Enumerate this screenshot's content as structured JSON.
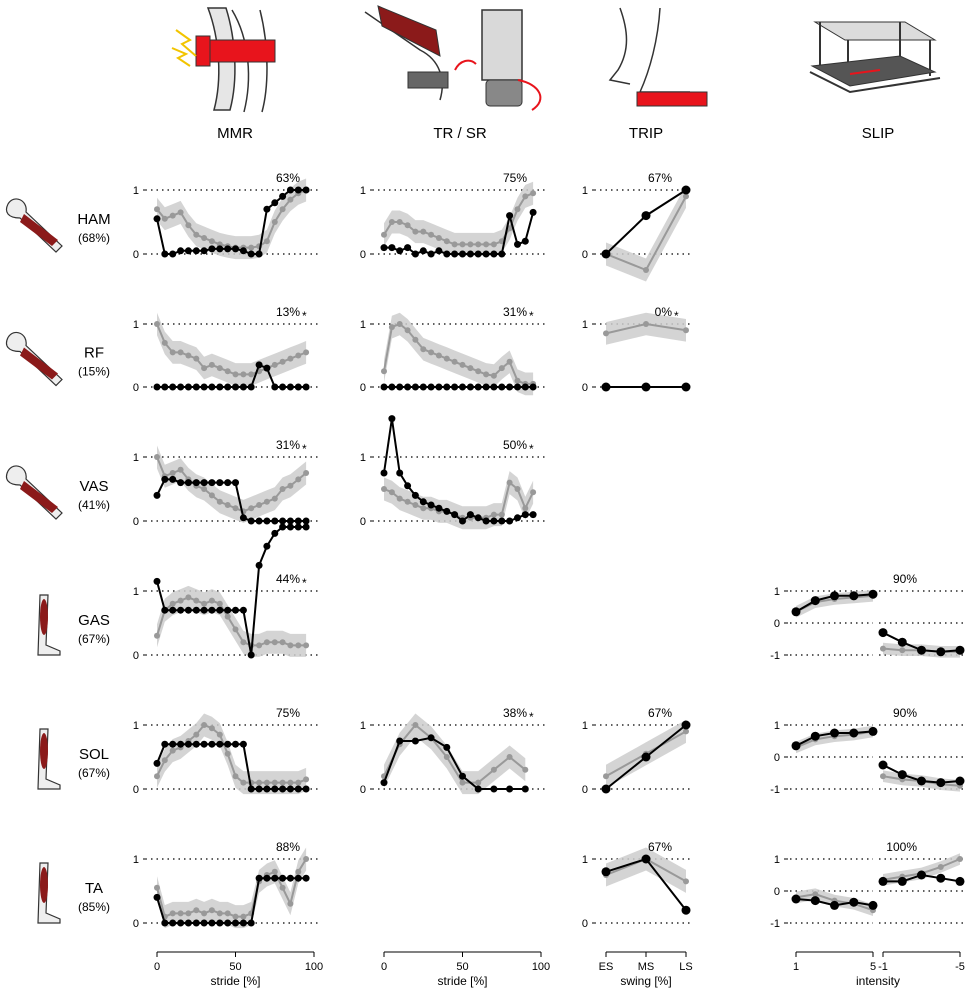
{
  "headers": [
    "MMR",
    "TR / SR",
    "TRIP",
    "SLIP"
  ],
  "muscles": [
    {
      "name": "HAM",
      "pct": "(68%)"
    },
    {
      "name": "RF",
      "pct": "(15%)"
    },
    {
      "name": "VAS",
      "pct": "(41%)"
    },
    {
      "name": "GAS",
      "pct": "(67%)"
    },
    {
      "name": "SOL",
      "pct": "(67%)"
    },
    {
      "name": "TA",
      "pct": "(85%)"
    }
  ],
  "axes": {
    "stride_label": "stride [%]",
    "stride_ticks": [
      "0",
      "50",
      "100"
    ],
    "swing_label": "swing [%]",
    "swing_ticks": [
      "ES",
      "MS",
      "LS"
    ],
    "intensity_label": "intensity",
    "intensity_ticks": [
      "1",
      "5",
      "-1",
      "-5"
    ],
    "ytick_labels": [
      "1",
      "0",
      "-1"
    ]
  },
  "colors": {
    "black_series": "#000000",
    "gray_series": "#999999",
    "band": "#cccccc",
    "muscle": "#8b1a1a",
    "device_red": "#e8141c"
  },
  "chart_data": [
    {
      "type": "line",
      "panel": "MMR-HAM",
      "percent_label": "63%",
      "star": false,
      "ylim": [
        0,
        1
      ],
      "x": [
        0,
        5,
        10,
        15,
        20,
        25,
        30,
        35,
        40,
        45,
        50,
        55,
        60,
        65,
        70,
        75,
        80,
        85,
        90,
        95
      ],
      "series": [
        {
          "values": [
            0.55,
            0.0,
            0.0,
            0.05,
            0.05,
            0.05,
            0.05,
            0.08,
            0.08,
            0.08,
            0.08,
            0.05,
            0.0,
            0.0,
            0.7,
            0.8,
            0.9,
            1.0,
            1.0,
            1.0
          ]
        },
        {
          "values": [
            0.7,
            0.55,
            0.6,
            0.65,
            0.45,
            0.3,
            0.25,
            0.2,
            0.15,
            0.12,
            0.1,
            0.1,
            0.1,
            0.12,
            0.2,
            0.5,
            0.7,
            0.85,
            0.95,
            1.0
          ]
        }
      ]
    },
    {
      "type": "line",
      "panel": "TR-HAM",
      "percent_label": "75%",
      "star": false,
      "ylim": [
        0,
        1
      ],
      "x": [
        0,
        5,
        10,
        15,
        20,
        25,
        30,
        35,
        40,
        45,
        50,
        55,
        60,
        65,
        70,
        75,
        80,
        85,
        90,
        95
      ],
      "series": [
        {
          "values": [
            0.1,
            0.1,
            0.05,
            0.1,
            0.0,
            0.05,
            0.0,
            0.05,
            0.0,
            0.0,
            0.0,
            0.0,
            0.0,
            0.0,
            0.0,
            0.0,
            0.6,
            0.15,
            0.2,
            0.65
          ]
        },
        {
          "values": [
            0.3,
            0.5,
            0.5,
            0.45,
            0.35,
            0.35,
            0.3,
            0.25,
            0.2,
            0.15,
            0.15,
            0.15,
            0.15,
            0.15,
            0.15,
            0.2,
            0.4,
            0.7,
            0.9,
            0.95
          ]
        }
      ]
    },
    {
      "type": "line",
      "panel": "TRIP-HAM",
      "percent_label": "67%",
      "star": false,
      "ylim": [
        0,
        1
      ],
      "x": [
        "ES",
        "MS",
        "LS"
      ],
      "series": [
        {
          "values": [
            0.0,
            0.6,
            1.0
          ]
        },
        {
          "values": [
            0.0,
            -0.25,
            0.9
          ]
        }
      ]
    },
    {
      "type": "line",
      "panel": "MMR-RF",
      "percent_label": "13%",
      "star": true,
      "ylim": [
        0,
        1
      ],
      "x": [
        0,
        5,
        10,
        15,
        20,
        25,
        30,
        35,
        40,
        45,
        50,
        55,
        60,
        65,
        70,
        75,
        80,
        85,
        90,
        95
      ],
      "series": [
        {
          "values": [
            0,
            0,
            0,
            0,
            0,
            0,
            0,
            0,
            0,
            0,
            0,
            0,
            0,
            0.35,
            0.3,
            0,
            0,
            0,
            0,
            0
          ]
        },
        {
          "values": [
            1.0,
            0.7,
            0.55,
            0.55,
            0.5,
            0.45,
            0.3,
            0.35,
            0.3,
            0.25,
            0.2,
            0.2,
            0.2,
            0.25,
            0.3,
            0.35,
            0.4,
            0.45,
            0.5,
            0.55
          ]
        }
      ]
    },
    {
      "type": "line",
      "panel": "TR-RF",
      "percent_label": "31%",
      "star": true,
      "ylim": [
        0,
        1
      ],
      "x": [
        0,
        5,
        10,
        15,
        20,
        25,
        30,
        35,
        40,
        45,
        50,
        55,
        60,
        65,
        70,
        75,
        80,
        85,
        90,
        95
      ],
      "series": [
        {
          "values": [
            0,
            0,
            0,
            0,
            0,
            0,
            0,
            0,
            0,
            0,
            0,
            0,
            0,
            0,
            0,
            0,
            0,
            0,
            0,
            0
          ]
        },
        {
          "values": [
            0.25,
            0.95,
            1.0,
            0.9,
            0.75,
            0.6,
            0.55,
            0.5,
            0.45,
            0.4,
            0.35,
            0.3,
            0.25,
            0.2,
            0.18,
            0.3,
            0.4,
            0.1,
            0.05,
            0.05
          ]
        }
      ]
    },
    {
      "type": "line",
      "panel": "TRIP-RF",
      "percent_label": "0%",
      "star": true,
      "ylim": [
        0,
        1
      ],
      "x": [
        "ES",
        "MS",
        "LS"
      ],
      "series": [
        {
          "values": [
            0,
            0,
            0
          ]
        },
        {
          "values": [
            0.85,
            1.0,
            0.9
          ]
        }
      ]
    },
    {
      "type": "line",
      "panel": "MMR-VAS",
      "percent_label": "31%",
      "star": true,
      "ylim": [
        0,
        1
      ],
      "x": [
        0,
        5,
        10,
        15,
        20,
        25,
        30,
        35,
        40,
        45,
        50,
        55,
        60,
        65,
        70,
        75,
        80,
        85,
        90,
        95
      ],
      "series": [
        {
          "values": [
            0.4,
            0.65,
            0.65,
            0.6,
            0.6,
            0.6,
            0.6,
            0.6,
            0.6,
            0.6,
            0.6,
            0.05,
            0.0,
            0.0,
            0.0,
            0.0,
            0.0,
            0.0,
            0.0,
            0.0
          ]
        },
        {
          "values": [
            1.0,
            0.7,
            0.75,
            0.8,
            0.65,
            0.55,
            0.5,
            0.4,
            0.3,
            0.25,
            0.2,
            0.15,
            0.2,
            0.25,
            0.3,
            0.35,
            0.5,
            0.55,
            0.65,
            0.75
          ]
        }
      ]
    },
    {
      "type": "line",
      "panel": "TR-VAS",
      "percent_label": "50%",
      "star": true,
      "ylim": [
        0,
        1
      ],
      "x": [
        0,
        5,
        10,
        15,
        20,
        25,
        30,
        35,
        40,
        45,
        50,
        55,
        60,
        65,
        70,
        75,
        80,
        85,
        90,
        95
      ],
      "series": [
        {
          "values": [
            0.75,
            1.6,
            0.75,
            0.55,
            0.4,
            0.3,
            0.25,
            0.2,
            0.15,
            0.1,
            0.0,
            0.1,
            0.05,
            0.0,
            0.0,
            0.0,
            0.0,
            0.05,
            0.1,
            0.1
          ]
        },
        {
          "values": [
            0.5,
            0.45,
            0.35,
            0.3,
            0.25,
            0.2,
            0.2,
            0.15,
            0.15,
            0.1,
            0.05,
            0.05,
            0.05,
            0.05,
            0.1,
            0.1,
            0.6,
            0.5,
            0.2,
            0.45
          ]
        }
      ]
    },
    {
      "type": "line",
      "panel": "MMR-GAS",
      "percent_label": "44%",
      "star": true,
      "ylim": [
        0,
        1
      ],
      "x": [
        0,
        5,
        10,
        15,
        20,
        25,
        30,
        35,
        40,
        45,
        50,
        55,
        60,
        65,
        70,
        75,
        80,
        85,
        90,
        95
      ],
      "series": [
        {
          "values": [
            1.15,
            0.7,
            0.7,
            0.7,
            0.7,
            0.7,
            0.7,
            0.7,
            0.7,
            0.7,
            0.7,
            0.7,
            0.0,
            1.4,
            1.7,
            1.9,
            2.0,
            2.0,
            2.0,
            2.0
          ]
        },
        {
          "values": [
            0.3,
            0.7,
            0.8,
            0.85,
            0.9,
            0.85,
            0.8,
            0.85,
            0.8,
            0.6,
            0.4,
            0.2,
            0.15,
            0.15,
            0.2,
            0.2,
            0.2,
            0.15,
            0.15,
            0.15
          ]
        }
      ]
    },
    {
      "type": "line",
      "panel": "SLIP-GAS-1",
      "percent_label": "90%",
      "star": false,
      "ylim": [
        -1,
        1
      ],
      "x": [
        1,
        2,
        3,
        4,
        5
      ],
      "series": [
        {
          "values": [
            0.35,
            0.7,
            0.85,
            0.85,
            0.9
          ]
        },
        {
          "values": [
            0.35,
            0.65,
            0.75,
            0.8,
            0.85
          ]
        }
      ]
    },
    {
      "type": "line",
      "panel": "SLIP-GAS-2",
      "percent_label": "",
      "star": false,
      "ylim": [
        -1,
        1
      ],
      "x": [
        -1,
        -2,
        -3,
        -4,
        -5
      ],
      "series": [
        {
          "values": [
            -0.3,
            -0.6,
            -0.85,
            -0.9,
            -0.85
          ]
        },
        {
          "values": [
            -0.8,
            -0.85,
            -0.85,
            -0.9,
            -0.9
          ]
        }
      ]
    },
    {
      "type": "line",
      "panel": "MMR-SOL",
      "percent_label": "75%",
      "star": false,
      "ylim": [
        0,
        1
      ],
      "x": [
        0,
        5,
        10,
        15,
        20,
        25,
        30,
        35,
        40,
        45,
        50,
        55,
        60,
        65,
        70,
        75,
        80,
        85,
        90,
        95
      ],
      "series": [
        {
          "values": [
            0.4,
            0.7,
            0.7,
            0.7,
            0.7,
            0.7,
            0.7,
            0.7,
            0.7,
            0.7,
            0.7,
            0.7,
            0.0,
            0.0,
            0.0,
            0.0,
            0.0,
            0.0,
            0.0,
            0.0
          ]
        },
        {
          "values": [
            0.2,
            0.45,
            0.6,
            0.65,
            0.75,
            0.85,
            1.0,
            0.95,
            0.85,
            0.55,
            0.2,
            0.1,
            0.1,
            0.1,
            0.1,
            0.1,
            0.1,
            0.1,
            0.1,
            0.15
          ]
        }
      ]
    },
    {
      "type": "line",
      "panel": "TR-SOL",
      "percent_label": "38%",
      "star": true,
      "ylim": [
        0,
        1
      ],
      "x": [
        0,
        10,
        20,
        30,
        40,
        50,
        60,
        70,
        80,
        90
      ],
      "series": [
        {
          "values": [
            0.1,
            0.75,
            0.75,
            0.8,
            0.65,
            0.2,
            0.0,
            0.0,
            0.0,
            0.0
          ]
        },
        {
          "values": [
            0.2,
            0.7,
            1.0,
            0.8,
            0.5,
            0.1,
            0.1,
            0.3,
            0.5,
            0.3
          ]
        }
      ]
    },
    {
      "type": "line",
      "panel": "TRIP-SOL",
      "percent_label": "67%",
      "star": false,
      "ylim": [
        0,
        1
      ],
      "x": [
        "ES",
        "MS",
        "LS"
      ],
      "series": [
        {
          "values": [
            0.0,
            0.5,
            1.0
          ]
        },
        {
          "values": [
            0.2,
            0.55,
            0.9
          ]
        }
      ]
    },
    {
      "type": "line",
      "panel": "SLIP-SOL-1",
      "percent_label": "90%",
      "star": false,
      "ylim": [
        -1,
        1
      ],
      "x": [
        1,
        2,
        3,
        4,
        5
      ],
      "series": [
        {
          "values": [
            0.35,
            0.65,
            0.75,
            0.75,
            0.8
          ]
        },
        {
          "values": [
            0.3,
            0.55,
            0.65,
            0.7,
            0.8
          ]
        }
      ]
    },
    {
      "type": "line",
      "panel": "SLIP-SOL-2",
      "percent_label": "",
      "star": false,
      "ylim": [
        -1,
        1
      ],
      "x": [
        -1,
        -2,
        -3,
        -4,
        -5
      ],
      "series": [
        {
          "values": [
            -0.25,
            -0.55,
            -0.75,
            -0.8,
            -0.75
          ]
        },
        {
          "values": [
            -0.6,
            -0.7,
            -0.75,
            -0.85,
            -0.9
          ]
        }
      ]
    },
    {
      "type": "line",
      "panel": "MMR-TA",
      "percent_label": "88%",
      "star": false,
      "ylim": [
        0,
        1
      ],
      "x": [
        0,
        5,
        10,
        15,
        20,
        25,
        30,
        35,
        40,
        45,
        50,
        55,
        60,
        65,
        70,
        75,
        80,
        85,
        90,
        95
      ],
      "series": [
        {
          "values": [
            0.4,
            0.0,
            0.0,
            0.0,
            0.0,
            0.0,
            0.0,
            0.0,
            0.0,
            0.0,
            0.0,
            0.0,
            0.0,
            0.7,
            0.7,
            0.7,
            0.7,
            0.7,
            0.7,
            0.7
          ]
        },
        {
          "values": [
            0.55,
            0.1,
            0.15,
            0.15,
            0.15,
            0.2,
            0.15,
            0.2,
            0.15,
            0.15,
            0.1,
            0.1,
            0.15,
            0.65,
            0.75,
            0.8,
            0.55,
            0.3,
            0.8,
            1.0
          ]
        }
      ]
    },
    {
      "type": "line",
      "panel": "TRIP-TA",
      "percent_label": "67%",
      "star": false,
      "ylim": [
        0,
        1
      ],
      "x": [
        "ES",
        "MS",
        "LS"
      ],
      "series": [
        {
          "values": [
            0.8,
            1.0,
            0.2
          ]
        },
        {
          "values": [
            0.75,
            1.0,
            0.65
          ]
        }
      ]
    },
    {
      "type": "line",
      "panel": "SLIP-TA-1",
      "percent_label": "100%",
      "star": false,
      "ylim": [
        -1,
        1
      ],
      "x": [
        1,
        2,
        3,
        4,
        5
      ],
      "series": [
        {
          "values": [
            -0.25,
            -0.3,
            -0.45,
            -0.35,
            -0.45
          ]
        },
        {
          "values": [
            -0.2,
            -0.1,
            -0.3,
            -0.4,
            -0.6
          ]
        }
      ]
    },
    {
      "type": "line",
      "panel": "SLIP-TA-2",
      "percent_label": "",
      "star": false,
      "ylim": [
        -1,
        1
      ],
      "x": [
        -1,
        -2,
        -3,
        -4,
        -5
      ],
      "series": [
        {
          "values": [
            0.3,
            0.3,
            0.5,
            0.4,
            0.3
          ]
        },
        {
          "values": [
            0.35,
            0.45,
            0.55,
            0.75,
            1.0
          ]
        }
      ]
    }
  ]
}
